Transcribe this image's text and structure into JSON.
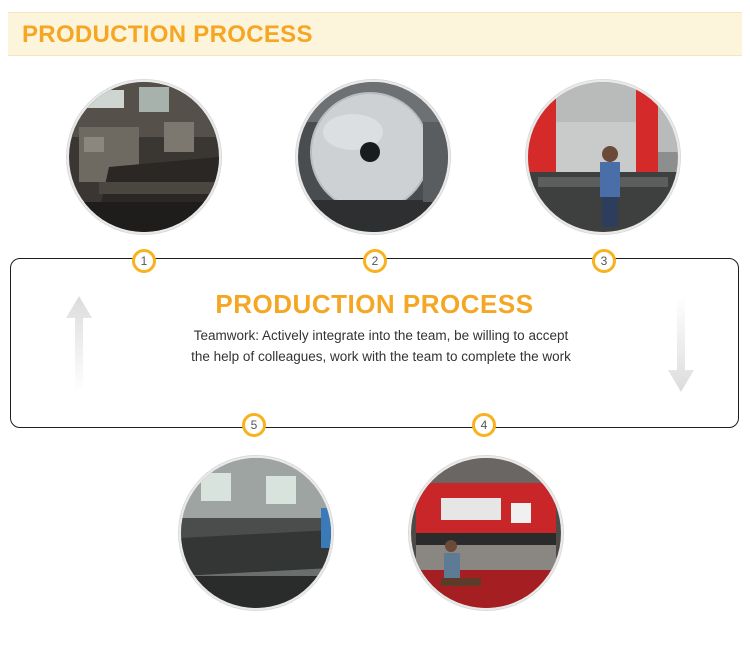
{
  "banner": {
    "title": "PRODUCTION PROCESS"
  },
  "panel": {
    "title": "PRODUCTION PROCESS",
    "description": "Teamwork: Actively integrate into the team, be willing to accept the help of colleagues, work with the team to complete the work"
  },
  "steps": [
    "1",
    "2",
    "3",
    "4",
    "5"
  ],
  "colors": {
    "accent": "#f5a623",
    "badge_border": "#f7b21e",
    "banner_bg": "#fdf4dc"
  },
  "icons": {
    "up": "arrow-up-icon",
    "down": "arrow-down-icon"
  }
}
